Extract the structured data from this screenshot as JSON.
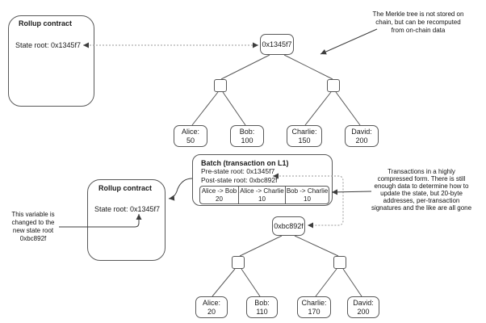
{
  "colors": {
    "line": "#595959",
    "dotted_line": "#999999",
    "background": "#ffffff",
    "text": "#1a1a1a"
  },
  "contract_top": {
    "title": "Rollup contract",
    "state_root": "State root: 0x1345f7"
  },
  "contract_bottom": {
    "title": "Rollup contract",
    "state_root": "State root: 0x1345f7"
  },
  "annotations": {
    "merkle_note": "The Merkle tree is not stored on chain, but can be recomputed from on-chain data",
    "compressed_note": "Transactions in a highly compressed form. There is still enough data to determine how to update the state, but 20-byte addresses, per-transaction signatures and the like are all gone",
    "variable_note": "This variable is changed to the new state root 0xbc892f"
  },
  "batch": {
    "title": "Batch (transaction on L1)",
    "pre_state": "Pre-state root: 0x1345f7",
    "post_state": "Post-state root: 0xbc892f",
    "transactions": [
      {
        "label": "Alice -> Bob",
        "amount": "20"
      },
      {
        "label": "Alice -> Charlie",
        "amount": "10"
      },
      {
        "label": "Bob -> Charlie",
        "amount": "10"
      }
    ]
  },
  "tree_top": {
    "root": "0x1345f7",
    "leaves": [
      {
        "name": "Alice:",
        "value": "50"
      },
      {
        "name": "Bob:",
        "value": "100"
      },
      {
        "name": "Charlie:",
        "value": "150"
      },
      {
        "name": "David:",
        "value": "200"
      }
    ]
  },
  "tree_bottom": {
    "root": "0xbc892f",
    "leaves": [
      {
        "name": "Alice:",
        "value": "20"
      },
      {
        "name": "Bob:",
        "value": "110"
      },
      {
        "name": "Charlie:",
        "value": "170"
      },
      {
        "name": "David:",
        "value": "200"
      }
    ]
  }
}
